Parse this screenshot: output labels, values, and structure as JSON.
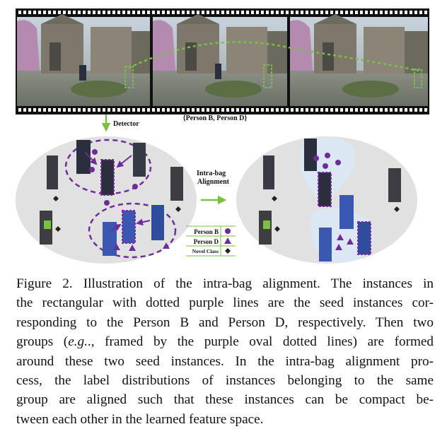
{
  "figure": {
    "film_label": "{Person B, Person D}",
    "detector_label": "Detector",
    "alignment_label_line1": "Intra-bag",
    "alignment_label_line2": "Alignment",
    "legend": [
      {
        "label": "Person B",
        "marker": "circle"
      },
      {
        "label": "Person D",
        "marker": "triangle"
      },
      {
        "label": "Novel Class",
        "marker": "diamond"
      }
    ],
    "colors": {
      "seed_purple": "#7a2da6",
      "marker_purple": "#6f2b9c",
      "green_detect": "#7ac142",
      "arrow_green": "#7ac142",
      "blob_gray": "#e1e1e1",
      "cluster_blue": "#dbe8f4"
    }
  },
  "caption": {
    "lines": [
      "Figure 2. Illustration of the intra-bag alignment. The instances in",
      "the rectangular with dotted purple lines are the seed instances cor-",
      "responding to the Person B and Person D, respectively. Then two",
      "groups (",
      "e.g.",
      "., framed by the purple oval dotted lines) are formed",
      "around these two seed instances. In the intra-bag alignment pro-",
      "cess, the label distributions of instances belonging to the same",
      "group are aligned such that these instances can be compact be-",
      "tween each other in the learned feature space."
    ]
  }
}
